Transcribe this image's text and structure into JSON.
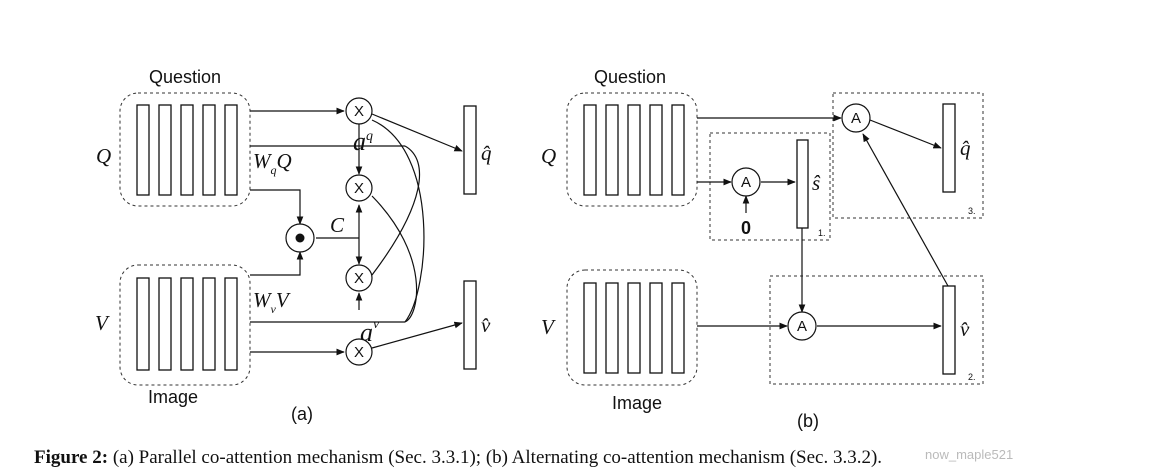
{
  "panel_a": {
    "question_label": "Question",
    "image_label": "Image",
    "q_symbol": "Q",
    "v_symbol": "V",
    "wq_symbol": "W",
    "wq_sub": "q",
    "wq_tail": "Q",
    "wv_symbol": "W",
    "wv_sub": "v",
    "wv_tail": "V",
    "c_symbol": "C",
    "aq_symbol": "a",
    "aq_sup": "q",
    "av_symbol": "a",
    "av_sup": "v",
    "mult_symbol": "X",
    "dot_symbol": "●",
    "q_hat": "q̂",
    "v_hat": "v̂",
    "sub_label": "(a)"
  },
  "panel_b": {
    "question_label": "Question",
    "image_label": "Image",
    "q_symbol": "Q",
    "v_symbol": "V",
    "attn_symbol": "A",
    "zero_symbol": "0",
    "s_hat": "ŝ",
    "q_hat": "q̂",
    "v_hat": "v̂",
    "step1": "1.",
    "step2": "2.",
    "step3": "3.",
    "sub_label": "(b)"
  },
  "caption": {
    "prefix": "Figure 2:",
    "text": " (a) Parallel co-attention mechanism (Sec. 3.3.1); (b) Alternating co-attention mechanism (Sec. 3.3.2)."
  },
  "watermark": "now_maple521"
}
